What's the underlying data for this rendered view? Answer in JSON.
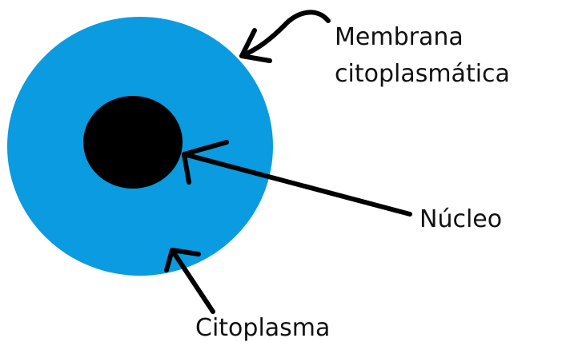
{
  "labels": {
    "membrane_line1": "Membrana",
    "membrane_line2": "citoplasmática",
    "nucleus": "Núcleo",
    "cytoplasm": "Citoplasma"
  },
  "colors": {
    "cytoplasm_fill": "#0a9be0",
    "nucleus_fill": "#000000",
    "arrow_stroke": "#000000",
    "background": "#ffffff"
  }
}
